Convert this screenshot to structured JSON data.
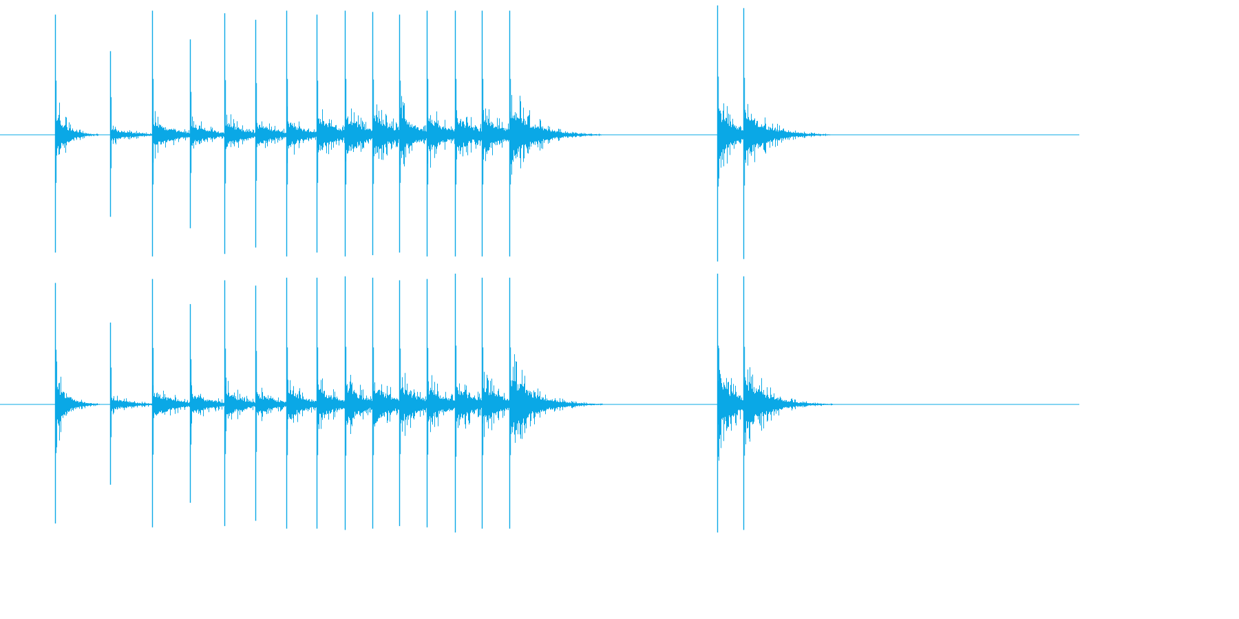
{
  "colors": {
    "waveform": "#0aa8e6",
    "background": "#ffffff"
  },
  "chart_data": {
    "type": "waveform",
    "title": "",
    "xlabel": "",
    "ylabel": "",
    "xlim": [
      0,
      1568
    ],
    "ylim": [
      -1,
      1
    ],
    "grid": false,
    "legend": "none",
    "series": [
      {
        "onsets": [
          {
            "t": 80,
            "peak": 0.92,
            "body": 0.18,
            "decay": 0.06
          },
          {
            "t": 160,
            "peak": 0.64,
            "body": 0.05,
            "decay": 0.032
          },
          {
            "t": 221,
            "peak": 0.95,
            "body": 0.11,
            "decay": 0.034
          },
          {
            "t": 276,
            "peak": 0.73,
            "body": 0.07,
            "decay": 0.032
          },
          {
            "t": 326,
            "peak": 0.93,
            "body": 0.1,
            "decay": 0.04
          },
          {
            "t": 371,
            "peak": 0.88,
            "body": 0.08,
            "decay": 0.035
          },
          {
            "t": 416,
            "peak": 0.95,
            "body": 0.1,
            "decay": 0.038
          },
          {
            "t": 460,
            "peak": 0.92,
            "body": 0.13,
            "decay": 0.035
          },
          {
            "t": 501,
            "peak": 0.95,
            "body": 0.13,
            "decay": 0.035
          },
          {
            "t": 541,
            "peak": 0.94,
            "body": 0.14,
            "decay": 0.035
          },
          {
            "t": 580,
            "peak": 0.92,
            "body": 0.12,
            "decay": 0.035
          },
          {
            "t": 620,
            "peak": 0.95,
            "body": 0.11,
            "decay": 0.035
          },
          {
            "t": 661,
            "peak": 0.95,
            "body": 0.12,
            "decay": 0.035
          },
          {
            "t": 700,
            "peak": 0.95,
            "body": 0.13,
            "decay": 0.035
          },
          {
            "t": 740,
            "peak": 0.95,
            "body": 0.2,
            "decay": 0.03
          },
          {
            "t": 1042,
            "peak": 0.99,
            "body": 0.22,
            "decay": 0.04
          },
          {
            "t": 1080,
            "peak": 0.97,
            "body": 0.16,
            "decay": 0.03
          }
        ]
      },
      {
        "onsets": [
          {
            "t": 80,
            "peak": 0.92,
            "body": 0.2,
            "decay": 0.06
          },
          {
            "t": 160,
            "peak": 0.62,
            "body": 0.05,
            "decay": 0.032
          },
          {
            "t": 221,
            "peak": 0.95,
            "body": 0.11,
            "decay": 0.034
          },
          {
            "t": 276,
            "peak": 0.76,
            "body": 0.07,
            "decay": 0.032
          },
          {
            "t": 326,
            "peak": 0.94,
            "body": 0.1,
            "decay": 0.04
          },
          {
            "t": 371,
            "peak": 0.9,
            "body": 0.08,
            "decay": 0.035
          },
          {
            "t": 416,
            "peak": 0.96,
            "body": 0.11,
            "decay": 0.038
          },
          {
            "t": 460,
            "peak": 0.96,
            "body": 0.12,
            "decay": 0.035
          },
          {
            "t": 501,
            "peak": 0.97,
            "body": 0.13,
            "decay": 0.035
          },
          {
            "t": 541,
            "peak": 0.96,
            "body": 0.13,
            "decay": 0.035
          },
          {
            "t": 580,
            "peak": 0.94,
            "body": 0.12,
            "decay": 0.035
          },
          {
            "t": 620,
            "peak": 0.95,
            "body": 0.11,
            "decay": 0.035
          },
          {
            "t": 661,
            "peak": 0.99,
            "body": 0.12,
            "decay": 0.035
          },
          {
            "t": 700,
            "peak": 0.96,
            "body": 0.13,
            "decay": 0.035
          },
          {
            "t": 740,
            "peak": 0.96,
            "body": 0.21,
            "decay": 0.03
          },
          {
            "t": 1042,
            "peak": 0.99,
            "body": 0.24,
            "decay": 0.04
          },
          {
            "t": 1080,
            "peak": 0.97,
            "body": 0.18,
            "decay": 0.03
          }
        ]
      }
    ]
  }
}
